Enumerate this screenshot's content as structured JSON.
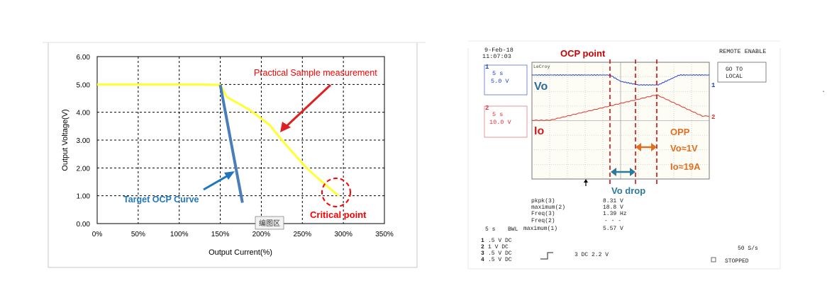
{
  "chart_data": [
    {
      "type": "line",
      "xlabel": "Output Current(%)",
      "ylabel": "Output Voltage(V)",
      "xlim": [
        0,
        350
      ],
      "ylim": [
        0,
        6
      ],
      "x_ticks": [
        0,
        50,
        100,
        150,
        200,
        250,
        300,
        350
      ],
      "x_tick_labels": [
        "0%",
        "50%",
        "100%",
        "150%",
        "200%",
        "250%",
        "300%",
        "350%"
      ],
      "y_ticks": [
        0,
        1,
        2,
        3,
        4,
        5,
        6
      ],
      "y_tick_labels": [
        "0.00",
        "1.00",
        "2.00",
        "3.00",
        "4.00",
        "5.00",
        "6.00"
      ],
      "grid": true,
      "series": [
        {
          "color": "#ffff33",
          "points": [
            [
              0,
              5.0
            ],
            [
              130,
              5.0
            ],
            [
              150,
              4.98
            ],
            [
              158,
              4.55
            ],
            [
              185,
              4.1
            ],
            [
              210,
              3.55
            ],
            [
              225,
              3.0
            ],
            [
              255,
              2.0
            ],
            [
              270,
              1.6
            ],
            [
              294,
              1.0
            ]
          ]
        },
        {
          "color": "#4a7ebb",
          "points": [
            [
              150,
              4.98
            ],
            [
              177,
              0.75
            ]
          ]
        }
      ],
      "annotations": [
        {
          "text": "Practical Sample measurement",
          "color": "#ff0000"
        },
        {
          "text": "Target OCP Curve",
          "color": "#1f77c0"
        },
        {
          "text": "Critical point",
          "color": "#ff0000"
        },
        {
          "text": "编图区",
          "color": "#333333"
        }
      ]
    },
    {
      "type": "line",
      "header": {
        "date": "9-Feb-18",
        "time": "11:07:03",
        "brand": "LeCroy",
        "remote": "REMOTE ENABLE",
        "button_line1": "GO TO",
        "button_line2": "LOCAL"
      },
      "channels": [
        {
          "id": "1",
          "timebase": "5 s",
          "scale": "5.0 V",
          "name": "Vo",
          "color": "#1f3fd0"
        },
        {
          "id": "2",
          "timebase": "5 s",
          "scale": "10.0 V",
          "name": "Io",
          "color": "#e03030"
        }
      ],
      "grid": true,
      "annotations": [
        {
          "text": "OCP point",
          "color": "#cc0000"
        },
        {
          "text": "OPP",
          "color": "#e07020"
        },
        {
          "text": "Vo≈1V",
          "color": "#e07020"
        },
        {
          "text": "Io≈19A",
          "color": "#e07020"
        },
        {
          "text": "Vo drop",
          "color": "#2a7a9a"
        }
      ],
      "measurements": [
        {
          "label": "pkpk(3)",
          "value": "8.31 V"
        },
        {
          "label": "maximum(2)",
          "value": "18.8 V"
        },
        {
          "label": "Freq(3)",
          "value": "1.39 Hz"
        },
        {
          "label": "Freq(2)",
          "value": "- - -"
        },
        {
          "label": "maximum(1)",
          "value": "5.57 V"
        }
      ],
      "footer": {
        "timebase": "5  s",
        "bwl": "BWL",
        "channel_rows": [
          ".5  V  DC",
          "1   V  DC",
          ".5  V  DC",
          ".5  V  DC"
        ],
        "trigger": "3 DC 2.2 V",
        "sample_rate": "50 S/s",
        "state": "STOPPED"
      }
    }
  ]
}
